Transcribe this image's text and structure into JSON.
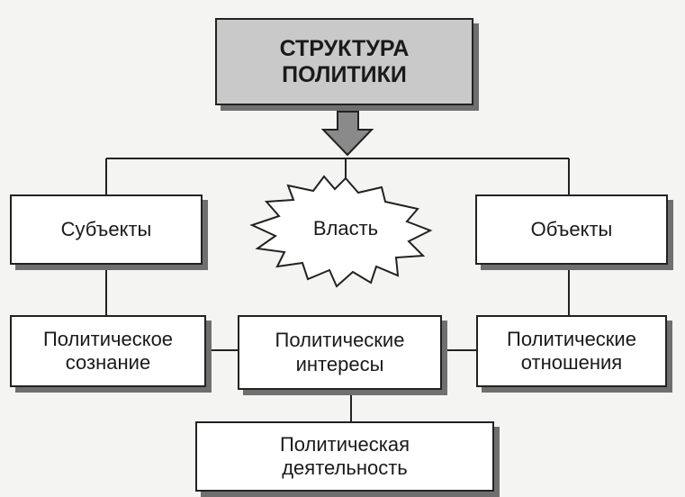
{
  "diagram": {
    "title_line1": "СТРУКТУРА",
    "title_line2": "ПОЛИТИКИ",
    "subjects": "Субъекты",
    "power": "Власть",
    "objects": "Объекты",
    "consciousness_line1": "Политическое",
    "consciousness_line2": "сознание",
    "interests_line1": "Политические",
    "interests_line2": "интересы",
    "relations_line1": "Политические",
    "relations_line2": "отношения",
    "activity_line1": "Политическая",
    "activity_line2": "деятельность"
  },
  "colors": {
    "line": "#222222",
    "shadow": "#6f6f6f",
    "title_fill": "#c9c9c9",
    "arrow_fill": "#8a8a8a"
  }
}
